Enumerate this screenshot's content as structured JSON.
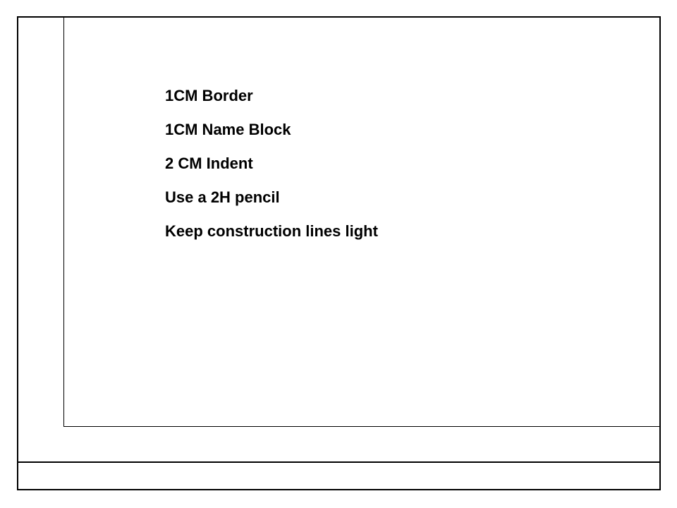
{
  "notes": {
    "items": [
      "1CM Border",
      "1CM Name Block",
      "2 CM Indent",
      "Use a 2H pencil",
      "Keep construction lines light"
    ]
  },
  "colors": {
    "line": "#000000",
    "text": "#000000",
    "background": "#ffffff"
  }
}
